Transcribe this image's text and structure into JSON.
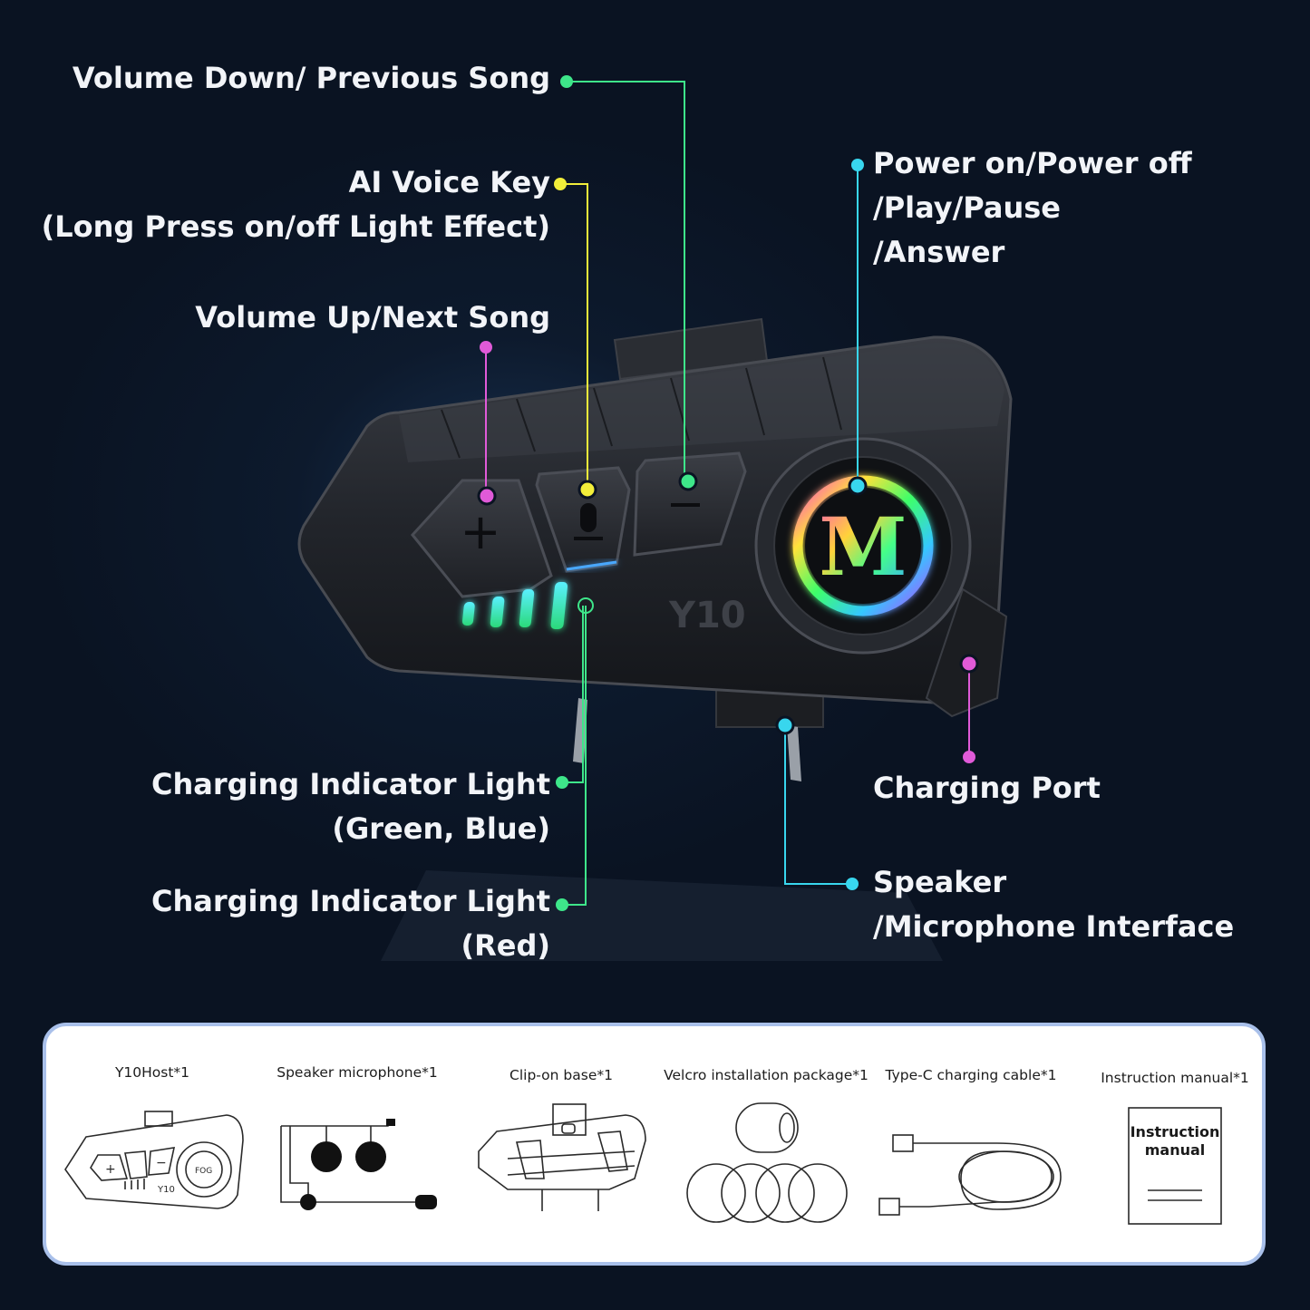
{
  "callouts": {
    "volume_down": "Volume Down/ Previous Song",
    "ai_voice_line1": "AI Voice Key",
    "ai_voice_line2": "(Long Press on/off Light Effect)",
    "volume_up": "Volume Up/Next Song",
    "power_line1": "Power on/Power off",
    "power_line2": "/Play/Pause",
    "power_line3": "/Answer",
    "charging_gb_line1": "Charging Indicator Light",
    "charging_gb_line2": "(Green, Blue)",
    "charging_red_line1": "Charging Indicator Light",
    "charging_red_line2": "(Red)",
    "charging_port": "Charging Port",
    "speaker_line1": "Speaker",
    "speaker_line2": "/Microphone Interface"
  },
  "device": {
    "model": "Y10",
    "logo_letter": "M",
    "mini_logo": "FOG"
  },
  "package": {
    "items": [
      "Y10Host*1",
      "Speaker microphone*1",
      "Clip-on base*1",
      "Velcro installation package*1",
      "Type-C charging cable*1",
      "Instruction manual*1"
    ],
    "manual_cover_line1": "Instruction",
    "manual_cover_line2": "manual"
  },
  "colors": {
    "green": "#3ee68a",
    "yellow": "#f2ee3a",
    "magenta": "#e05ad8",
    "cyan": "#38d6ee",
    "panel_border": "#a9c0ea"
  }
}
